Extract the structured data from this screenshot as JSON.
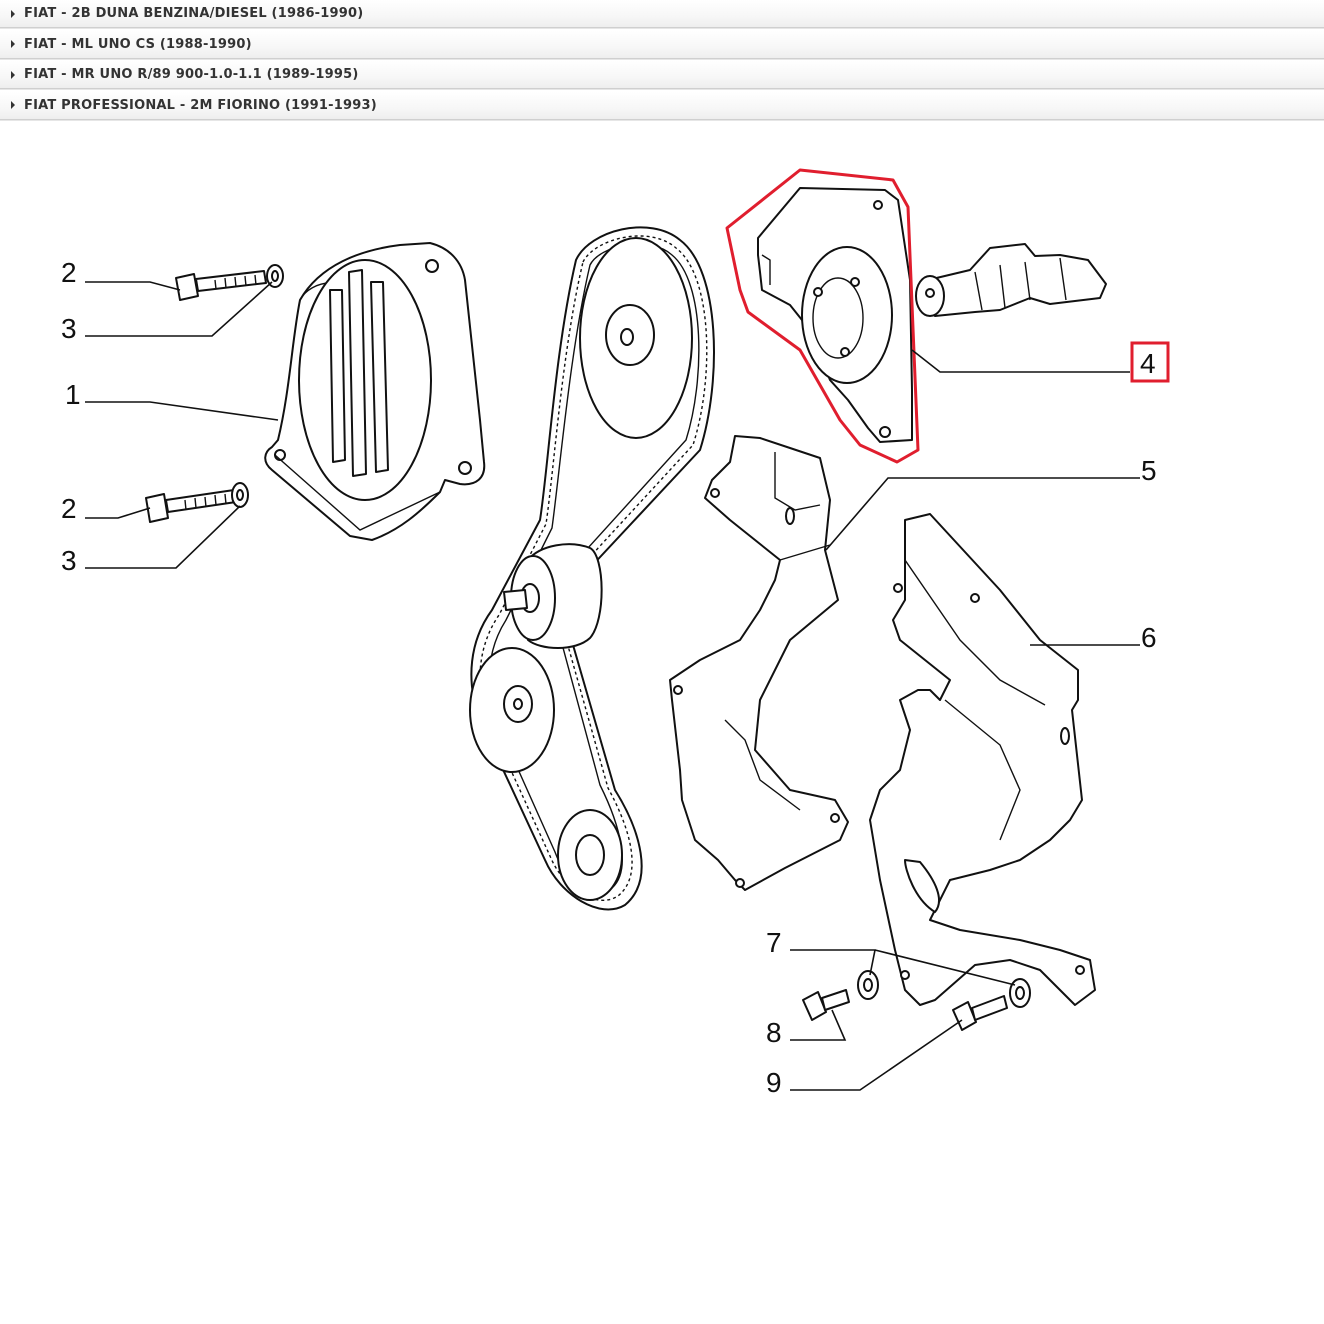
{
  "accordion": {
    "items": [
      {
        "label": "FIAT - 2B DUNA BENZINA/DIESEL (1986-1990)"
      },
      {
        "label": "FIAT - ML UNO CS (1988-1990)"
      },
      {
        "label": "FIAT - MR UNO R/89 900-1.0-1.1 (1989-1995)"
      },
      {
        "label": "FIAT PROFESSIONAL - 2M FIORINO (1991-1993)"
      }
    ]
  },
  "diagram": {
    "highlight_color": "#e01e2e",
    "selected_callout": "4",
    "callouts": {
      "c1": "1",
      "c2a": "2",
      "c2b": "2",
      "c3a": "3",
      "c3b": "3",
      "c4": "4",
      "c5": "5",
      "c6": "6",
      "c7": "7",
      "c8": "8",
      "c9": "9"
    }
  }
}
